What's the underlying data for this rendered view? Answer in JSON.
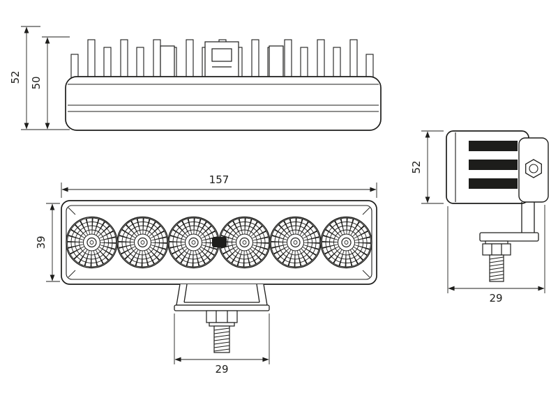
{
  "colors": {
    "ink": "#1d1d1b",
    "paper": "#ffffff"
  },
  "views": {
    "rear": {
      "dims": {
        "total_height": "52",
        "body_height": "50"
      }
    },
    "front": {
      "dims": {
        "width": "157",
        "height": "39",
        "bracket_width": "29"
      }
    },
    "side": {
      "dims": {
        "height": "52",
        "depth": "29"
      }
    }
  }
}
